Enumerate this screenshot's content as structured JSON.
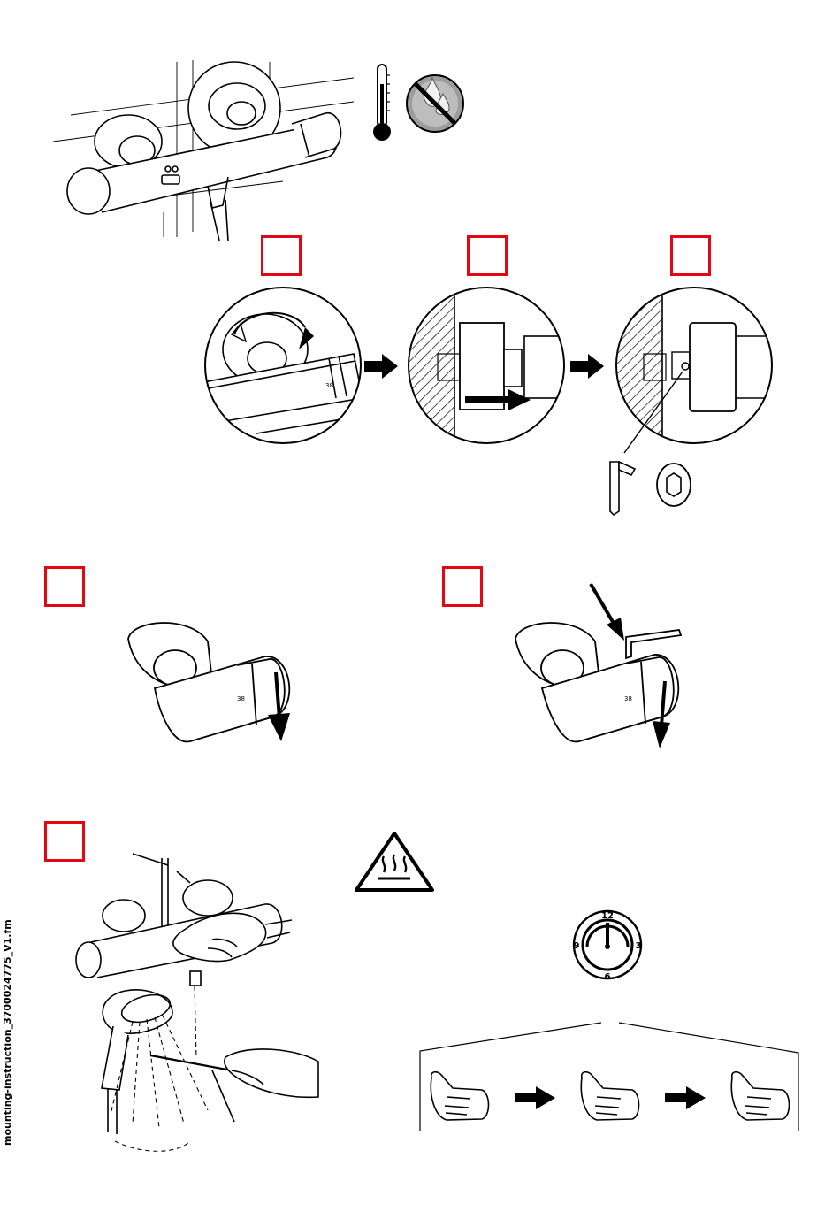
{
  "document": {
    "side_label": "mounting-instruction_3700024775_V1.fm",
    "step_box_color": "#e30613",
    "line_color": "#000000"
  },
  "clock": {
    "numbers": [
      "12",
      "3",
      "6",
      "9"
    ]
  },
  "icons": {
    "temperature": "thermometer-icon",
    "no_water": "no-water-icon",
    "hot_warning": "hot-surface-warning-icon",
    "hex_key": "hex-key-icon",
    "hex_socket": "hex-socket-icon",
    "clock": "clock-dial-icon"
  }
}
